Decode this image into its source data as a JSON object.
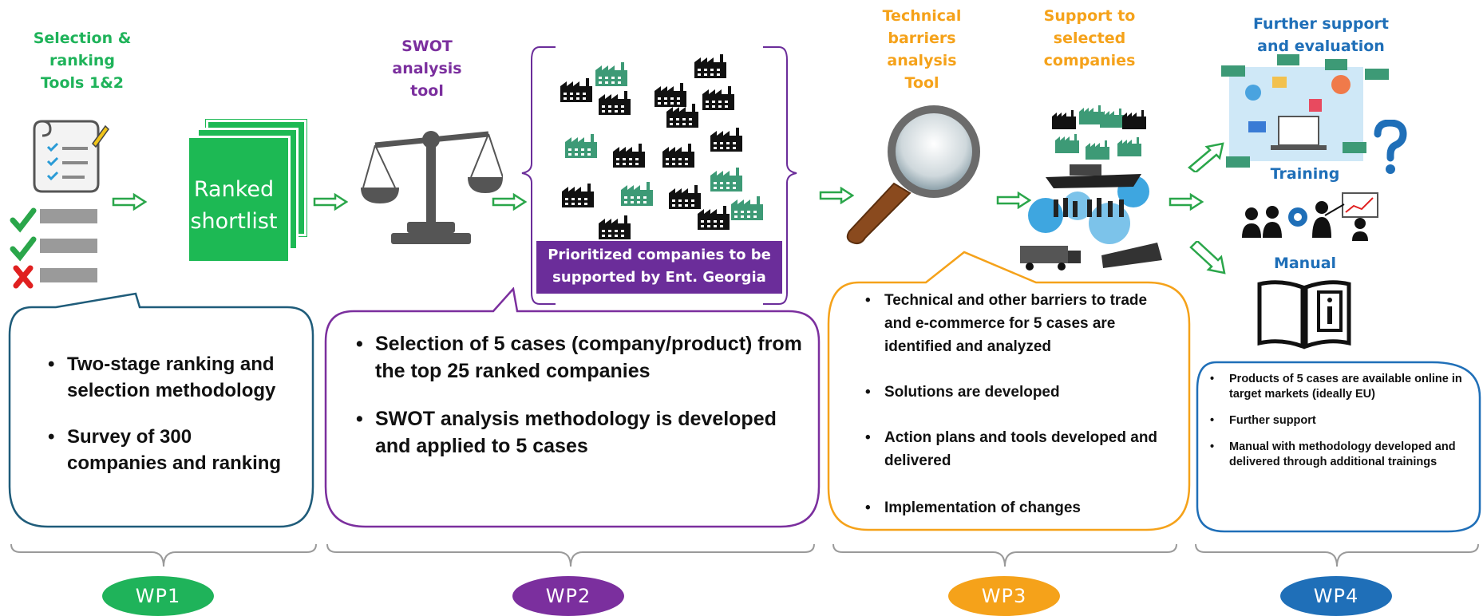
{
  "wp1": {
    "header": "Selection &\nranking\nTools 1&2",
    "shortlist_label_line1": "Ranked",
    "shortlist_label_line2": "shortlist",
    "bullets": [
      "Two-stage ranking and selection methodology",
      "Survey of 300 companies and ranking"
    ],
    "badge": "WP1",
    "color": "#1fb35a"
  },
  "wp2": {
    "header": "SWOT\nanalysis\ntool",
    "prioritized_label": "Prioritized companies to be supported by Ent. Georgia",
    "bullets": [
      "Selection of 5 cases (company/product) from the top 25 ranked companies",
      "SWOT analysis methodology is developed and applied to 5 cases"
    ],
    "badge": "WP2",
    "color": "#7b2f9e"
  },
  "wp3": {
    "header_tool": "Technical\nbarriers\nanalysis\nTool",
    "header_support": "Support to\nselected\ncompanies",
    "bullets": [
      "Technical and other barriers to trade and e-commerce for 5 cases are identified and analyzed",
      "Solutions are developed",
      "Action plans and tools developed and delivered",
      "Implementation of changes"
    ],
    "badge": "WP3",
    "color": "#f5a21a"
  },
  "wp4": {
    "header_further": "Further support\nand evaluation",
    "header_training": "Training",
    "header_manual": "Manual",
    "bullets": [
      "Products of 5 cases are available online in target markets (ideally EU)",
      "Further support",
      "Manual with methodology developed and delivered through additional trainings"
    ],
    "badge": "WP4",
    "color": "#1f6fb8"
  },
  "icons": [
    "checklist-scroll-icon",
    "checkmark-icon",
    "cross-icon",
    "document-stack-icon",
    "balance-scale-icon",
    "factory-icon",
    "magnifier-icon",
    "ship-truck-train-icon",
    "e-commerce-illustration-icon",
    "question-mark-icon",
    "training-people-icon",
    "manual-book-icon",
    "arrow-right-icon",
    "arrow-up-right-icon",
    "arrow-down-right-icon"
  ]
}
